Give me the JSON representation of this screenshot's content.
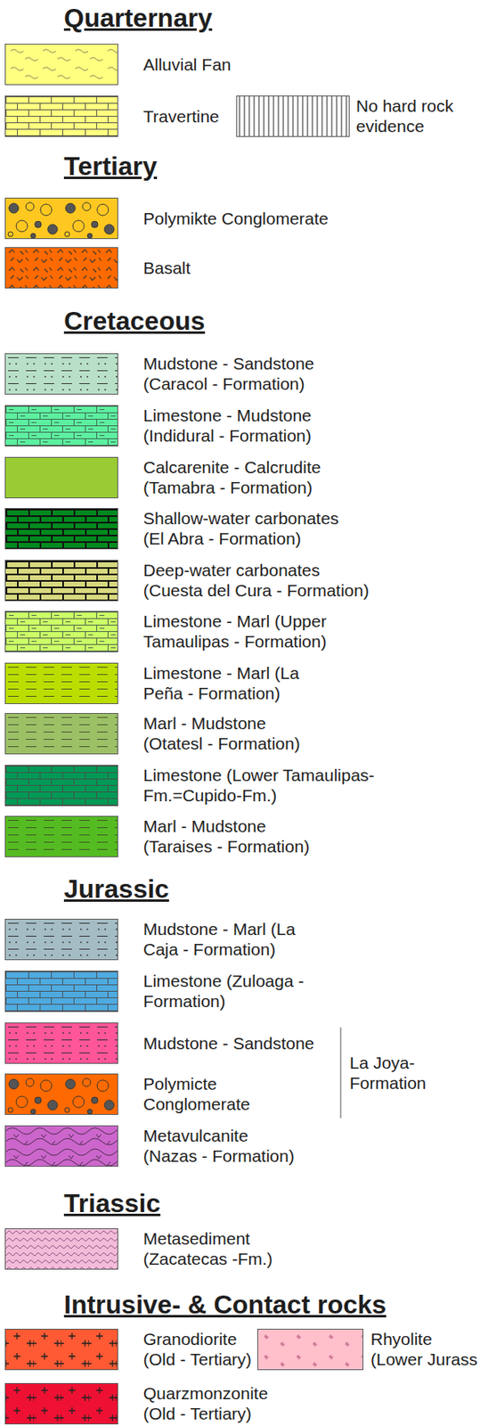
{
  "diagram": {
    "labels": [
      "Quarternary",
      "Tertiary",
      "Cretaceous",
      "Jurassic",
      "La Joya-Formation",
      "Triassic",
      "Intrusive- & Contact rocks"
    ],
    "legend": [
      {
        "text": "Alluvial Fan",
        "color": "#ffff80"
      },
      {
        "text": "Travertine",
        "color": "#ffff80"
      },
      {
        "text": "No hard rock evidence",
        "color": "#ffffff"
      },
      {
        "text": "Polymikte Conglomerate",
        "color": "#ffc820"
      },
      {
        "text": "Basalt",
        "color": "#ff6a00"
      },
      {
        "text": "Mudstone - Sandstone (Caracol - Formation)",
        "color": "#b8e0c8"
      },
      {
        "text": "Limestone - Mudstone (Indidural - Formation)",
        "color": "#5cf0a0"
      },
      {
        "text": "Calcarenite - Calcrudite (Tamabra - Formation)",
        "color": "#99cc33"
      },
      {
        "text": "Shallow-water carbonates (El Abra - Formation)",
        "color": "#008a1e"
      },
      {
        "text": "Deep-water carbonates (Cuesta del Cura - Formation)",
        "color": "#d8d880"
      },
      {
        "text": "Limestone - Marl (Upper Tamaulipas - Formation)",
        "color": "#ccff66"
      },
      {
        "text": "Limestone - Marl (La Peña - Formation)",
        "color": "#bbdd00"
      },
      {
        "text": "Marl - Mudstone (Otatesl - Formation)",
        "color": "#9cc066"
      },
      {
        "text": "Limestone (Lower Tamaulipas-Fm.=Cupido-Fm.)",
        "color": "#009955"
      },
      {
        "text": "Marl - Mudstone (Taraises - Formation)",
        "color": "#55bb22"
      },
      {
        "text": "Mudstone - Marl (La Caja - Formation)",
        "color": "#a4bcc4"
      },
      {
        "text": "Limestone (Zuloaga - Formation)",
        "color": "#4eaae0"
      },
      {
        "text": "Mudstone - Sandstone",
        "color": "#ff5599"
      },
      {
        "text": "Polymicte Conglomerate",
        "color": "#ff6a00"
      },
      {
        "text": "Metavulcanite (Nazas - Formation)",
        "color": "#cc66cc"
      },
      {
        "text": "Metasediment (Zacatecas -Fm.)",
        "color": "#f2bcd8"
      },
      {
        "text": "Granodiorite (Old - Tertiary)",
        "color": "#ff5a33"
      },
      {
        "text": "Rhyolite (Lower Jurass",
        "color": "#ffc0cc"
      },
      {
        "text": "Quarzmonzonite (Old - Tertiary)",
        "color": "#ee1133"
      }
    ]
  }
}
